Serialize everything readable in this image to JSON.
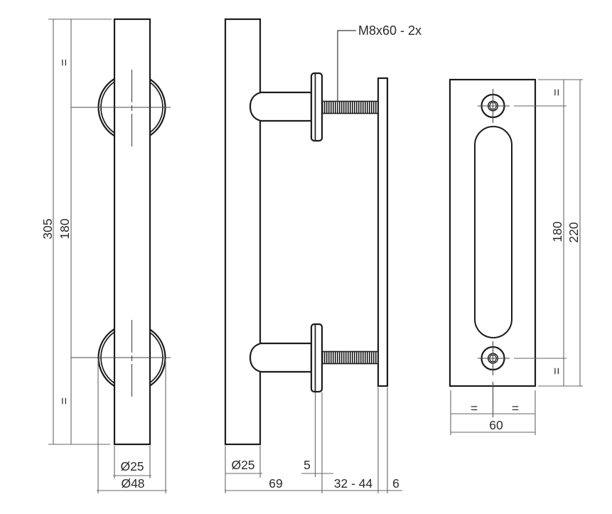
{
  "drawing": {
    "name": "Pull handle technical drawing",
    "bolt_label": "M8x60 - 2x",
    "front_view": {
      "total_length": "305",
      "centre_distance": "180",
      "equal_top": "=",
      "equal_bottom": "=",
      "handle_diameter": "Ø25",
      "rose_diameter": "Ø48"
    },
    "side_view": {
      "handle_diameter": "Ø25",
      "rose_thickness": "5",
      "projection": "69",
      "door_thickness_range": "32 - 44",
      "plate_thickness": "6"
    },
    "plate_view": {
      "hole_distance": "180",
      "plate_height": "220",
      "plate_width": "60",
      "equal_top": "=",
      "equal_bottom": "=",
      "equal_left": "=",
      "equal_right": "="
    },
    "colors": {
      "line": "#1c1c1c",
      "dimension": "#666666",
      "background": "#ffffff"
    }
  }
}
